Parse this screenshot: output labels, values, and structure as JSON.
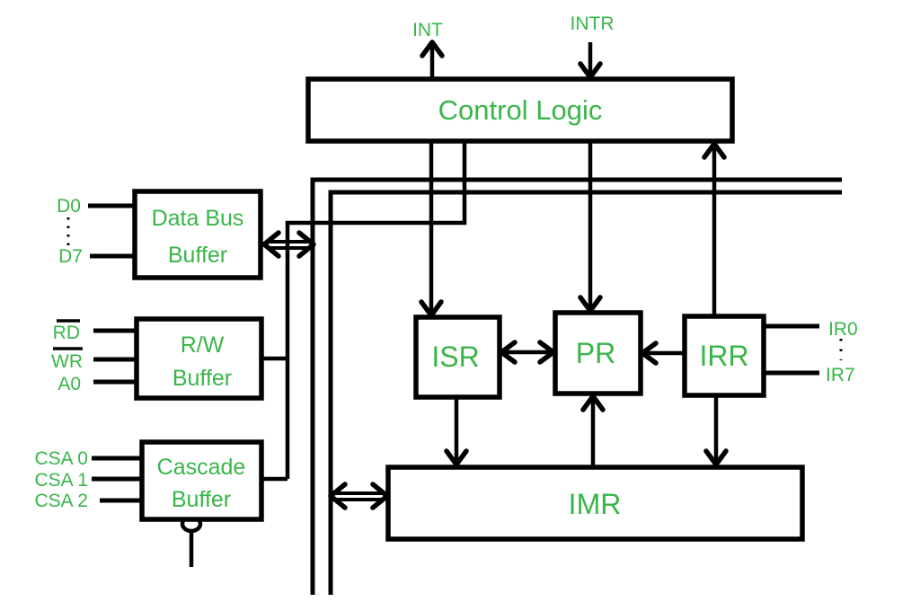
{
  "colors": {
    "label": "#3ab54a",
    "line": "#000000",
    "background": "#ffffff"
  },
  "blocks": {
    "control_logic": {
      "label": "Control Logic"
    },
    "data_bus_buffer": {
      "line1": "Data Bus",
      "line2": "Buffer"
    },
    "rw_buffer": {
      "line1": "R/W",
      "line2": "Buffer"
    },
    "cascade_buffer": {
      "line1": "Cascade",
      "line2": "Buffer"
    },
    "isr": {
      "label": "ISR"
    },
    "pr": {
      "label": "PR"
    },
    "irr": {
      "label": "IRR"
    },
    "imr": {
      "label": "IMR"
    }
  },
  "pins": {
    "int": "INT",
    "intr": "INTR",
    "d0": "D0",
    "d7": "D7",
    "rd": "RD",
    "wr": "WR",
    "a0": "A0",
    "csa0": "CSA 0",
    "csa1": "CSA 1",
    "csa2": "CSA 2",
    "ir0": "IR0",
    "ir7": "IR7"
  }
}
